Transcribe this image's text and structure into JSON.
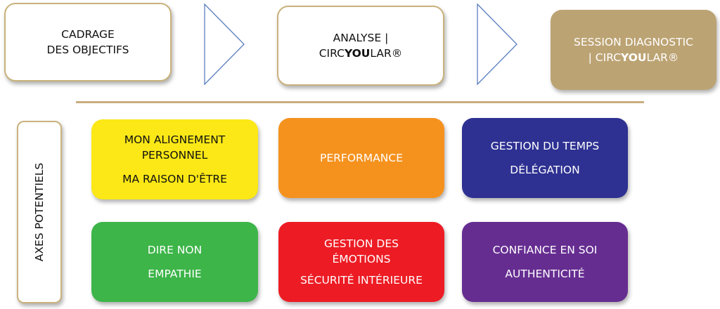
{
  "steps": [
    {
      "line1": "CADRAGE",
      "line2": "DES OBJECTIFS"
    },
    {
      "line1": "ANALYSE |",
      "line2_pre": "CIRC",
      "line2_bold": "YOU",
      "line2_post": "LAR®"
    },
    {
      "line1": "SESSION DIAGNOSTIC",
      "line2_pre": "| CIRC",
      "line2_bold": "YOU",
      "line2_post": "LAR®"
    }
  ],
  "axes_label": "AXES POTENTIELS",
  "tiles": [
    {
      "lines": [
        "MON ALIGNEMENT",
        "PERSONNEL"
      ],
      "sub": "MA RAISON D'ÊTRE",
      "color": "#fbe816"
    },
    {
      "lines": [
        "PERFORMANCE"
      ],
      "sub": "",
      "color": "#f5921e"
    },
    {
      "lines": [
        "GESTION DU TEMPS"
      ],
      "sub": "DÉLÉGATION",
      "color": "#2e3192"
    },
    {
      "lines": [
        "DIRE NON"
      ],
      "sub": "EMPATHIE",
      "color": "#3db549"
    },
    {
      "lines": [
        "GESTION DES",
        "ÉMOTIONS"
      ],
      "sub": "SÉCURITÉ INTÉRIEURE",
      "color": "#ed1c24"
    },
    {
      "lines": [
        "CONFIANCE EN SOI"
      ],
      "sub": "AUTHENTICITÉ",
      "color": "#662d91"
    }
  ],
  "colors": {
    "gold": "#bca373",
    "border": "#c9b27c",
    "arrow": "#5b7fbf"
  }
}
